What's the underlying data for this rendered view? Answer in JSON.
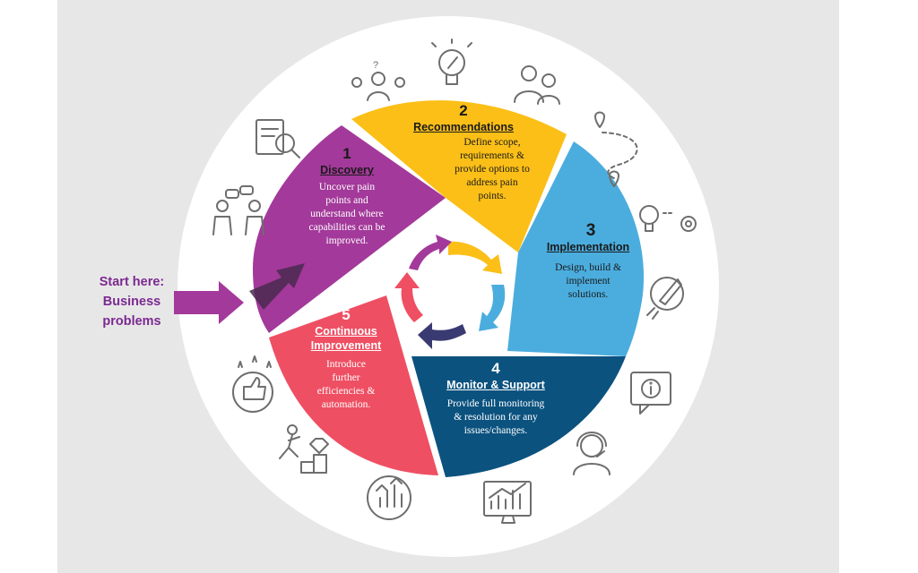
{
  "start": {
    "line1": "Start here:",
    "line2": "Business",
    "line3": "problems"
  },
  "steps": [
    {
      "number": "1",
      "title": "Discovery",
      "description": [
        "Uncover pain",
        "points and",
        "understand where",
        "capabilities can be",
        "improved."
      ],
      "color": "#a3399a"
    },
    {
      "number": "2",
      "title": "Recommendations",
      "description": [
        "Define scope,",
        "requirements &",
        "provide options to",
        "address pain",
        "points."
      ],
      "color": "#fbbf18"
    },
    {
      "number": "3",
      "title": "Implementation",
      "description": [
        "Design, build &",
        "implement",
        "solutions."
      ],
      "color": "#4badde"
    },
    {
      "number": "4",
      "title": "Monitor & Support",
      "description": [
        "Provide full monitoring",
        "& resolution for any",
        "issues/changes."
      ],
      "color": "#0b527f"
    },
    {
      "number": "5",
      "title": "Continuous Improvement",
      "title_lines": [
        "Continuous",
        "Improvement"
      ],
      "description": [
        "Introduce",
        "further",
        "efficiencies &",
        "automation."
      ],
      "color": "#ef4f63"
    }
  ],
  "colors": {
    "background": "#e8e7e8",
    "ring": "#ffffff",
    "start_text": "#7b2a90",
    "arrow": "#a3399a"
  },
  "icons": [
    "confused-person-icon",
    "lightbulb-pencil-icon",
    "meeting-people-icon",
    "document-search-icon",
    "route-map-icon",
    "chat-people-icon",
    "idea-gears-icon",
    "rocket-gear-icon",
    "information-icon",
    "support-headset-icon",
    "growth-chart-icon",
    "cycle-growth-icon",
    "success-climb-icon",
    "thumbs-up-stars-icon"
  ]
}
